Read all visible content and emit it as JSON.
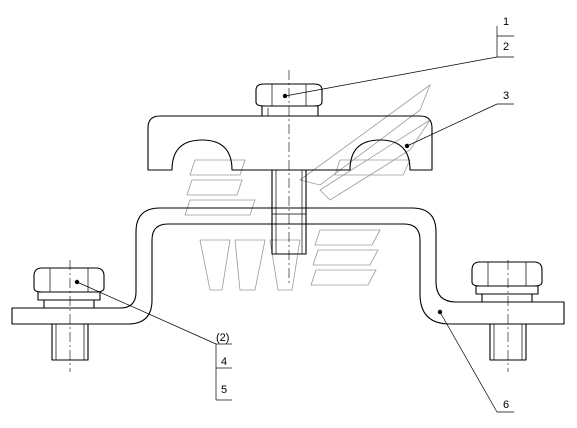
{
  "callouts": {
    "c1": "1",
    "c2": "2",
    "c3": "3",
    "c2b": "(2)",
    "c4": "4",
    "c5": "5",
    "c6": "6"
  },
  "colors": {
    "line": "#000000",
    "watermark": "#9a9a9a",
    "background": "#ffffff"
  }
}
